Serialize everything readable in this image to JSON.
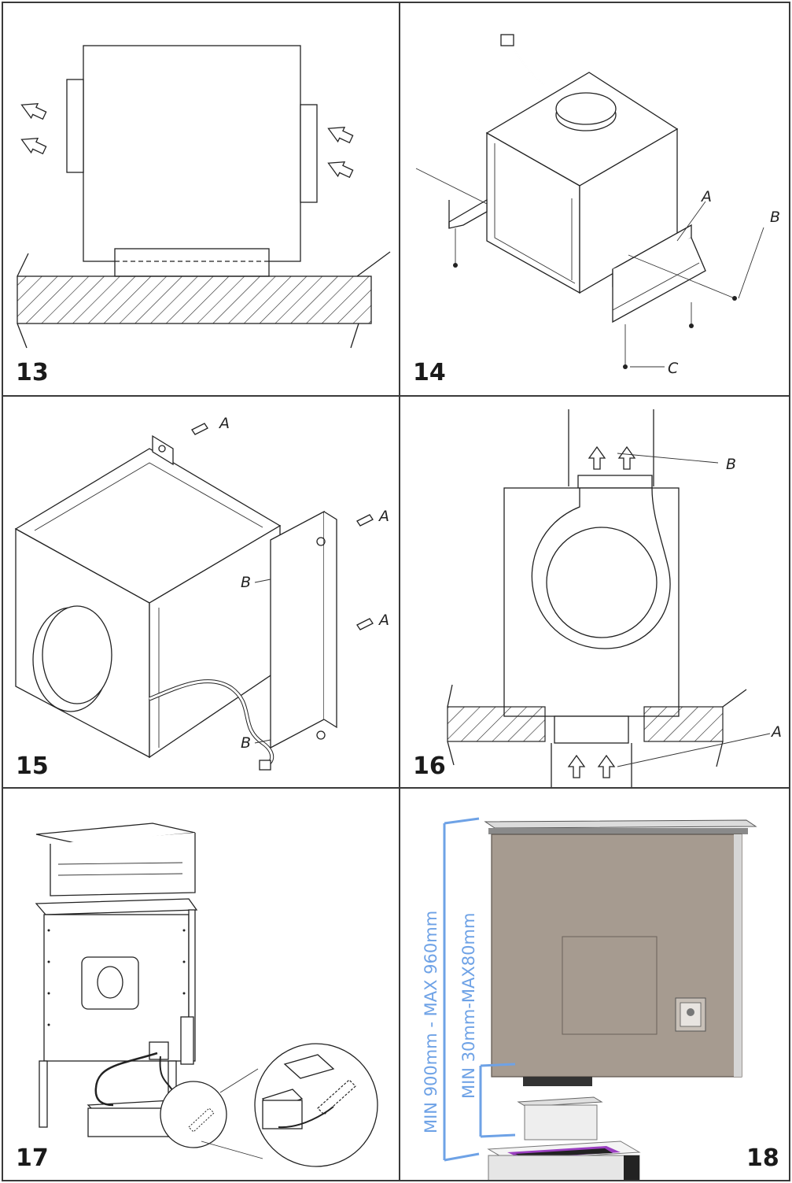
{
  "panels": [
    {
      "number": "13",
      "labels": []
    },
    {
      "number": "14",
      "labels": [
        "A",
        "B",
        "C"
      ]
    },
    {
      "number": "15",
      "labels": [
        "A",
        "A",
        "A",
        "B",
        "B"
      ]
    },
    {
      "number": "16",
      "labels": [
        "B",
        "A"
      ]
    },
    {
      "number": "17",
      "labels": []
    },
    {
      "number": "18",
      "labels": []
    }
  ],
  "dimensions": {
    "outer": "MIN 900mm - MAX 960mm",
    "inner": "MIN 30mm-MAX80mm"
  },
  "colors": {
    "border": "#3a3a3a",
    "dimension": "#6ea2e6",
    "panel_fill": "#a69b90",
    "filter_accent": "#9b3fc1"
  }
}
